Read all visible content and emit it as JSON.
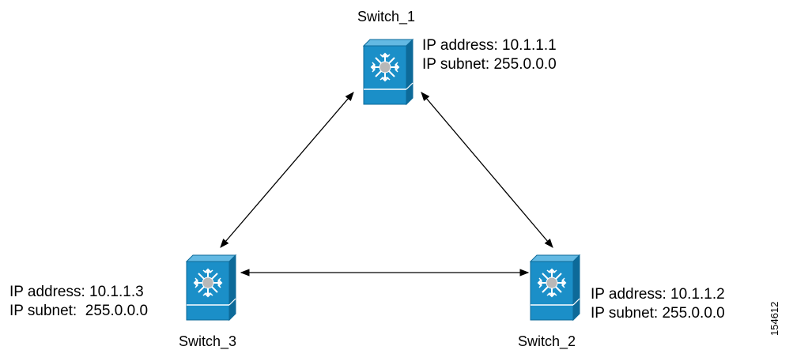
{
  "switches": [
    {
      "id": "s1",
      "name": "Switch_1",
      "ip_address": "IP address: 10.1.1.1",
      "ip_subnet": "IP subnet: 255.0.0.0"
    },
    {
      "id": "s2",
      "name": "Switch_2",
      "ip_address": "IP address: 10.1.1.2",
      "ip_subnet": "IP subnet: 255.0.0.0"
    },
    {
      "id": "s3",
      "name": "Switch_3",
      "ip_address": "IP address: 10.1.1.3",
      "ip_subnet": "IP subnet:  255.0.0.0"
    }
  ],
  "links": [
    {
      "from": "Switch_1",
      "to": "Switch_3",
      "bidirectional": true
    },
    {
      "from": "Switch_1",
      "to": "Switch_2",
      "bidirectional": true
    },
    {
      "from": "Switch_3",
      "to": "Switch_2",
      "bidirectional": true
    }
  ],
  "figure_id": "154612",
  "colors": {
    "switch_blue": "#1b8fc8",
    "switch_dark": "#0d6a99",
    "switch_light": "#63b9e3",
    "line": "#000000"
  }
}
